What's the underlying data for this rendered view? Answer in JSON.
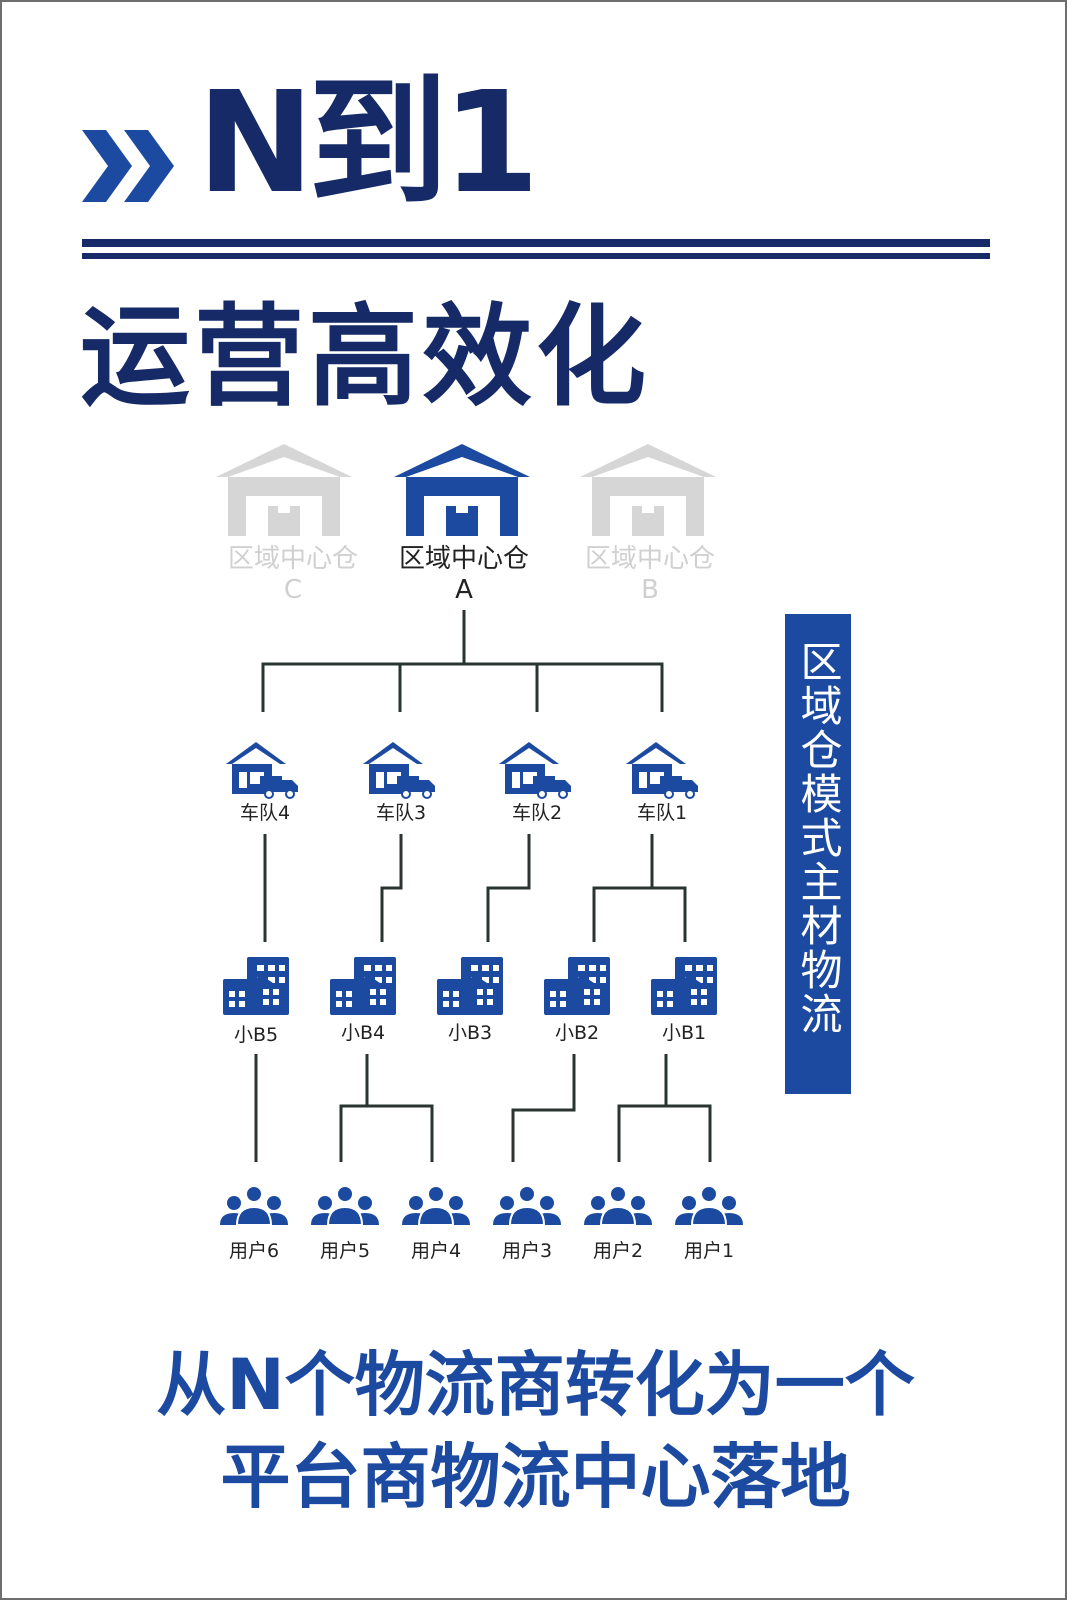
{
  "header": {
    "title": "N到1",
    "subtitle": "运营高效化"
  },
  "warehouses": [
    {
      "name": "区域中心仓",
      "code": "C",
      "active": false
    },
    {
      "name": "区域中心仓",
      "code": "A",
      "active": true
    },
    {
      "name": "区域中心仓",
      "code": "B",
      "active": false
    }
  ],
  "fleets": [
    "车队4",
    "车队3",
    "车队2",
    "车队1"
  ],
  "small_b": [
    "小B5",
    "小B4",
    "小B3",
    "小B2",
    "小B1"
  ],
  "users": [
    "用户6",
    "用户5",
    "用户4",
    "用户3",
    "用户2",
    "用户1"
  ],
  "side_banner": "区域仓模式主材物流",
  "footer": {
    "line1": "从N个物流商转化为一个",
    "line2": "平台商物流中心落地"
  },
  "colors": {
    "navy": "#152a66",
    "blue": "#1c4aa0",
    "muted": "#d6d6d6",
    "line": "#2a3530"
  }
}
